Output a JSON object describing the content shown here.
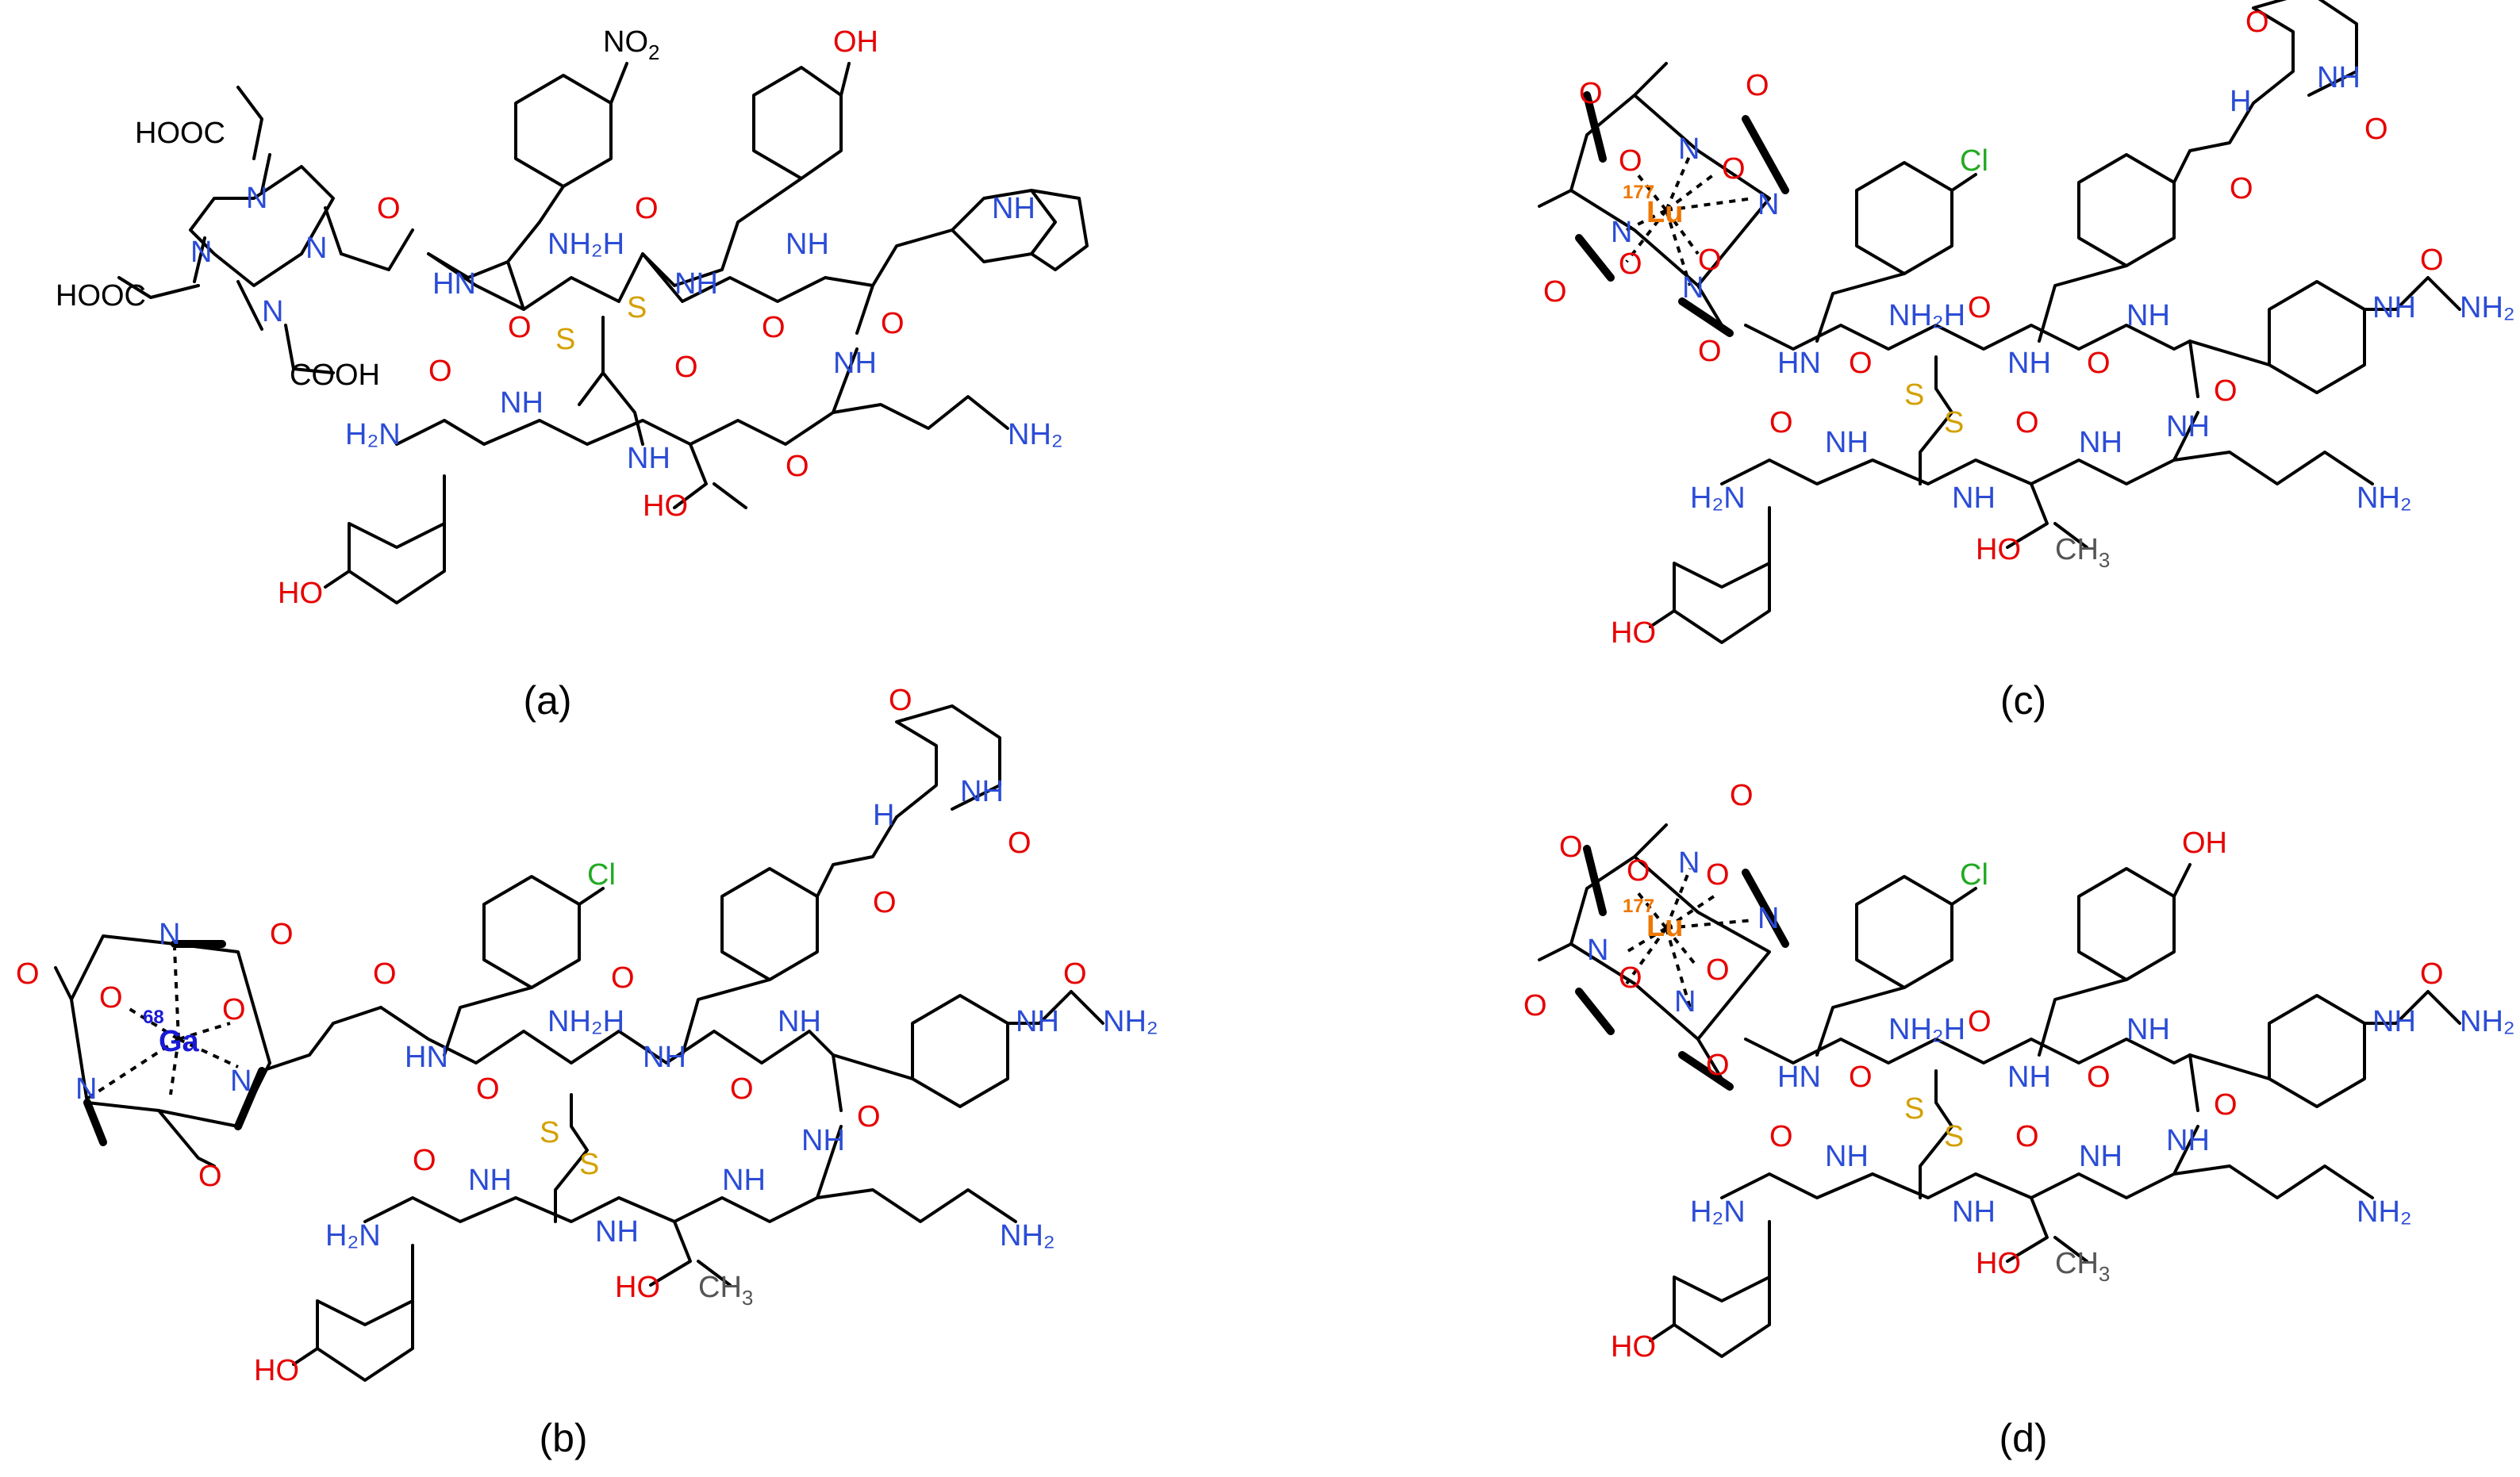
{
  "colors": {
    "carbon": "#000000",
    "nitrogen": "#2b4cd6",
    "oxygen": "#e60000",
    "sulfur": "#d4a000",
    "chlorine": "#22aa22",
    "lutetium": "#ee7700",
    "gallium": "#1a1ad6",
    "methyl": "#555555"
  },
  "panels": {
    "a": {
      "caption": "(a)",
      "labels": {
        "cooh1": "HOOC",
        "cooh2": "HOOC",
        "cooh3": "COOH",
        "n1": "N",
        "n2": "N",
        "n3": "N",
        "n4": "N",
        "no2": "NO",
        "no2sub": "2",
        "oh_top": "OH",
        "indole_nh": "NH",
        "nh1": "N",
        "nh2": "NH₂",
        "nh3": "N",
        "nh4": "N",
        "nh5": "N",
        "nh6": "N",
        "nh7": "N",
        "h1": "H",
        "h2": "H",
        "h3": "H",
        "h4": "H",
        "h5": "H",
        "h6": "H",
        "h7": "H",
        "s1": "S",
        "s2": "S",
        "o1": "O",
        "o2": "O",
        "o3": "O",
        "o4": "O",
        "o5": "O",
        "o6": "O",
        "o7": "O",
        "o8": "O",
        "h2n": "H₂N",
        "ho_thr": "HO",
        "ho_tyr": "HO"
      }
    },
    "b": {
      "caption": "(b)",
      "labels": {
        "ga": "Ga",
        "iso": "68",
        "n1": "N",
        "n2": "N",
        "n3": "N",
        "o1": "O",
        "o2": "O",
        "o3": "O",
        "o4": "O",
        "o5": "O",
        "cl": "Cl",
        "nh1": "N",
        "nh2": "NH₂",
        "nh3": "N",
        "nh4": "N",
        "nh5": "N",
        "nh6": "N",
        "nh7": "N",
        "nh8": "N",
        "h1": "H",
        "h2": "H",
        "h3": "H",
        "h4": "H",
        "h5": "H",
        "h6": "H",
        "h7": "H",
        "h8": "H",
        "urea_nh": "NH",
        "urea_h": "H",
        "urea_nh2": "NH₂",
        "hyd_n1": "H",
        "hyd_n2": "NH",
        "hyd_o1": "O",
        "hyd_o2": "O",
        "amide_o": "O",
        "s1": "S",
        "s2": "S",
        "oa": "O",
        "ob": "O",
        "oc": "O",
        "od": "O",
        "oe": "O",
        "of": "O",
        "og": "O",
        "h2n": "H₂N",
        "ho_thr": "HO",
        "ch3": "CH",
        "ch3sub": "3",
        "ho_tyr": "HO"
      }
    },
    "c": {
      "caption": "(c)",
      "labels": {
        "lu": "Lu",
        "iso": "177",
        "n1": "N",
        "n2": "N",
        "n3": "N",
        "n4": "N",
        "o1": "O",
        "o2": "O",
        "o3": "O",
        "o4": "O",
        "o5": "O",
        "o6": "O",
        "o7": "O",
        "o8": "O",
        "cl": "Cl",
        "nh1": "N",
        "nh2": "NH₂",
        "nh3": "N",
        "nh4": "N",
        "nh5": "N",
        "nh6": "N",
        "nh7": "N",
        "nh8": "N",
        "h1": "H",
        "h2": "H",
        "h3": "H",
        "h4": "H",
        "h5": "H",
        "h6": "H",
        "h7": "H",
        "h8": "H",
        "urea_nh": "NH",
        "urea_h": "H",
        "urea_nh2": "NH₂",
        "hyd_h": "H",
        "hyd_nh": "NH",
        "hyd_o1": "O",
        "hyd_o2": "O",
        "amide_o": "O",
        "s1": "S",
        "s2": "S",
        "oa": "O",
        "ob": "O",
        "oc": "O",
        "od": "O",
        "oe": "O",
        "of": "O",
        "og": "O",
        "h2n": "H₂N",
        "ho_thr": "HO",
        "ch3": "CH",
        "ch3sub": "3",
        "ho_tyr": "HO"
      }
    },
    "d": {
      "caption": "(d)",
      "labels": {
        "lu": "Lu",
        "iso": "177",
        "n1": "N",
        "n2": "N",
        "n3": "N",
        "n4": "N",
        "o1": "O",
        "o2": "O",
        "o3": "O",
        "o4": "O",
        "o5": "O",
        "o6": "O",
        "o7": "O",
        "o8": "O",
        "cl": "Cl",
        "oh_top": "OH",
        "nh1": "N",
        "nh2": "NH₂",
        "nh3": "N",
        "nh4": "N",
        "nh5": "N",
        "nh6": "N",
        "nh7": "N",
        "nh8": "N",
        "h1": "H",
        "h2": "H",
        "h3": "H",
        "h4": "H",
        "h5": "H",
        "h6": "H",
        "h7": "H",
        "h8": "H",
        "urea_nh": "NH",
        "urea_h": "H",
        "urea_nh2": "NH₂",
        "s1": "S",
        "s2": "S",
        "oa": "O",
        "ob": "O",
        "oc": "O",
        "od": "O",
        "oe": "O",
        "of": "O",
        "og": "O",
        "h2n": "H₂N",
        "ho_thr": "HO",
        "ch3": "CH",
        "ch3sub": "3",
        "ho_tyr": "HO"
      }
    }
  }
}
